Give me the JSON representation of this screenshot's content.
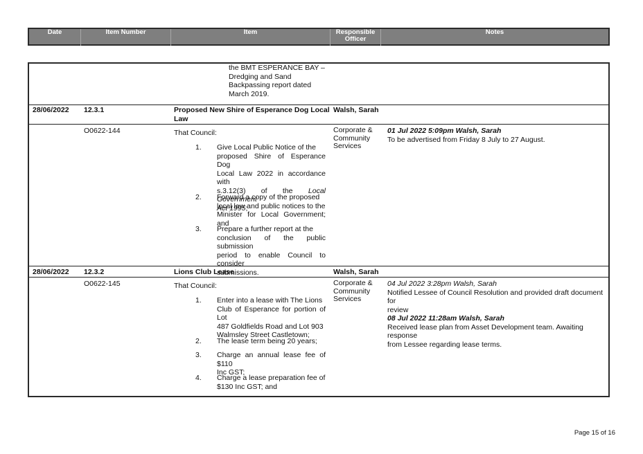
{
  "header": {
    "date": "Date",
    "item_number": "Item Number",
    "item": "Item",
    "responsible_officer": "Responsible Officer",
    "notes": "Notes"
  },
  "continuation_lines": [
    "the BMT ESPERANCE BAY –",
    "Dredging and Sand",
    "Backpassing report dated",
    "March 2019."
  ],
  "items": [
    {
      "date": "28/06/2022",
      "number": "12.3.1",
      "title_lines": [
        "Proposed New Shire of Esperance Dog Local",
        "Law"
      ],
      "officer": "Walsh, Sarah",
      "ref": "O0622-144",
      "intro": "That Council:",
      "department_lines": [
        "Corporate &",
        "Community",
        "Services"
      ],
      "points": [
        {
          "n": "1.",
          "lines": [
            "Give Local Public Notice of the",
            "proposed Shire of Esperance Dog",
            "Local Law 2022 in accordance with"
          ],
          "line4_pre": "s.3.12(3) of the ",
          "line4_ital": "Local Government",
          "line5_ital": "Act 1995",
          "line5_post": ";"
        },
        {
          "n": "2.",
          "lines": [
            "Forward a copy of the proposed",
            "local law and public notices to the",
            "Minister for Local Government; and"
          ]
        },
        {
          "n": "3.",
          "lines": [
            "Prepare a further report at the",
            "conclusion of the public submission",
            "period to enable Council to consider",
            "submissions."
          ]
        }
      ],
      "notes": [
        {
          "stamp": "01 Jul 2022 5:09pm Walsh, Sarah",
          "text_lines": [
            "To be advertised from Friday 8 July to 27 August."
          ]
        }
      ]
    },
    {
      "date": "28/06/2022",
      "number": "12.3.2",
      "title_lines": [
        "Lions Club Lease"
      ],
      "officer": "Walsh, Sarah",
      "ref": "O0622-145",
      "intro": "That Council:",
      "department_lines": [
        "Corporate &",
        "Community",
        "Services"
      ],
      "points": [
        {
          "n": "1.",
          "lines": [
            "Enter into a lease with The Lions",
            "Club of Esperance for portion of Lot",
            "487 Goldfields Road and Lot 903",
            "Walmsley Street Castletown;"
          ]
        },
        {
          "n": "2.",
          "lines": [
            "The lease term being 20 years;"
          ]
        },
        {
          "n": "3.",
          "lines": [
            "Charge an annual lease fee of $110",
            "Inc GST;"
          ]
        },
        {
          "n": "4.",
          "lines": [
            "Charge a lease preparation fee of",
            "$130 Inc GST; and"
          ]
        }
      ],
      "notes": [
        {
          "stamp": "04 Jul 2022 3:28pm Walsh, Sarah",
          "text_lines": [
            "Notified Lessee of Council Resolution and provided draft document for",
            "review"
          ]
        },
        {
          "stamp": "08 Jul 2022 11:28am Walsh, Sarah",
          "text_lines": [
            "Received lease plan from Asset Development team. Awaiting response",
            "from Lessee regarding lease terms."
          ]
        }
      ]
    }
  ],
  "footer": {
    "page": "Page 15 of 16"
  }
}
